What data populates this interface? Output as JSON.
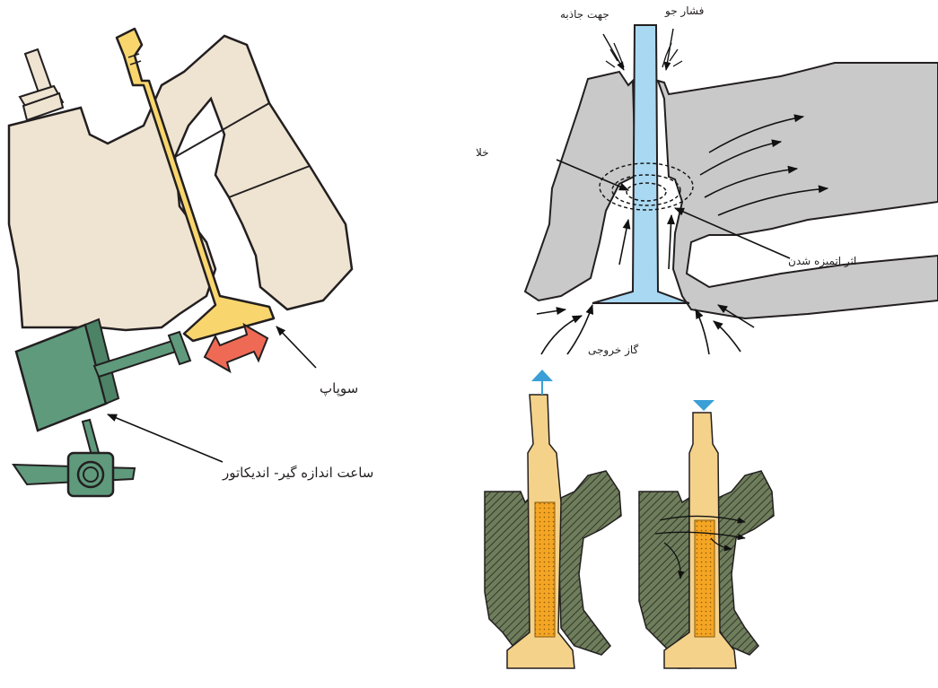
{
  "labels": {
    "valve": "سوپاپ",
    "dial_indicator": "ساعت اندازه گیر- اندیکاتور",
    "gravity_direction": "جهت جاذبه",
    "air_pressure": "فشار جو",
    "vacuum": "خلا",
    "atomization_effect": "اثر اتمیزه شدن",
    "exhaust_gas": "گاز خروجی"
  },
  "colors": {
    "cylinder_head": "#efe4d1",
    "valve_yellow": "#f9d66d",
    "indicator_green": "#5f9a7c",
    "movement_arrow": "#ef6a55",
    "port_gray": "#c9c9ca",
    "stem_blue": "#a9d8f2",
    "section_green": "#5a6b4a",
    "guide_orange": "#f4a523",
    "flow_arrow_blue": "#3a9fd6"
  }
}
